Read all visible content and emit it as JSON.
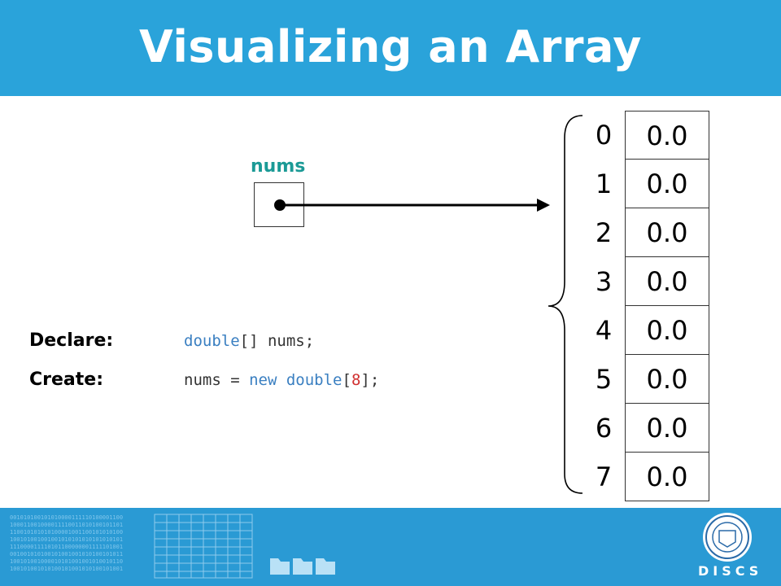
{
  "header": {
    "title": "Visualizing an Array"
  },
  "variable": {
    "name": "nums"
  },
  "code": {
    "declare_label": "Declare:",
    "declare_parts": {
      "type": "double",
      "rest": "[] nums;"
    },
    "create_label": "Create:",
    "create_parts": {
      "lhs": "nums = ",
      "kw_new": "new",
      "space": " ",
      "kw_type": "double",
      "open": "[",
      "size": "8",
      "close": "];"
    }
  },
  "array": {
    "cells": [
      {
        "index": "0",
        "value": "0.0"
      },
      {
        "index": "1",
        "value": "0.0"
      },
      {
        "index": "2",
        "value": "0.0"
      },
      {
        "index": "3",
        "value": "0.0"
      },
      {
        "index": "4",
        "value": "0.0"
      },
      {
        "index": "5",
        "value": "0.0"
      },
      {
        "index": "6",
        "value": "0.0"
      },
      {
        "index": "7",
        "value": "0.0"
      }
    ]
  },
  "footer": {
    "binary_lines": [
      "001010100101010000111110100001100",
      "100011001000011110011010100101101",
      "110010101010100001001100101010100",
      "100101001001001010101010101010101",
      "111000011110101100000001111101001",
      "001001010100101001001010100101011",
      "100101001000010101001001010010110",
      "100101001010100101001010100101001"
    ],
    "logo_text": "DISCS"
  },
  "colors": {
    "header_bg": "#2aa3da",
    "footer_bg": "#2a9ad4",
    "variable_label": "#1b9a96",
    "keyword": "#3a7fc1",
    "number_literal": "#d03030"
  }
}
